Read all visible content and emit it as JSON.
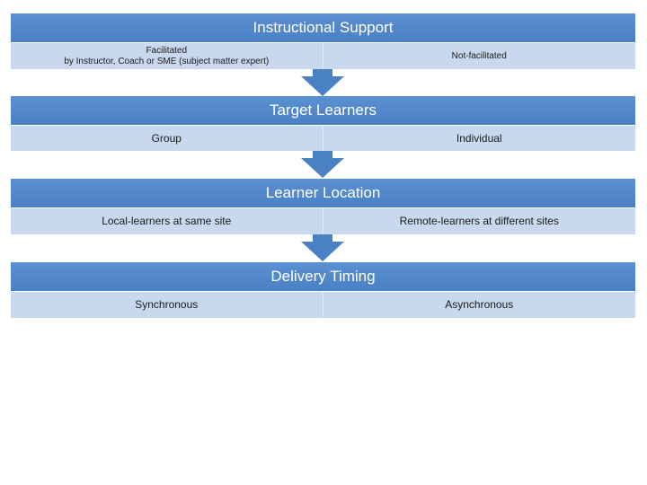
{
  "colors": {
    "header_band": "#4f86c9",
    "option_row": "#c8d9ef",
    "arrow": "#4a80c4"
  },
  "steps": [
    {
      "title": "Instructional Support",
      "left": {
        "line1": "Facilitated",
        "line2": "by Instructor, Coach or SME (subject matter expert)"
      },
      "right": "Not-facilitated"
    },
    {
      "title": "Target Learners",
      "left": "Group",
      "right": "Individual"
    },
    {
      "title": "Learner Location",
      "left": "Local-learners at same site",
      "right": "Remote-learners at different sites"
    },
    {
      "title": "Delivery Timing",
      "left": "Synchronous",
      "right": "Asynchronous"
    }
  ]
}
